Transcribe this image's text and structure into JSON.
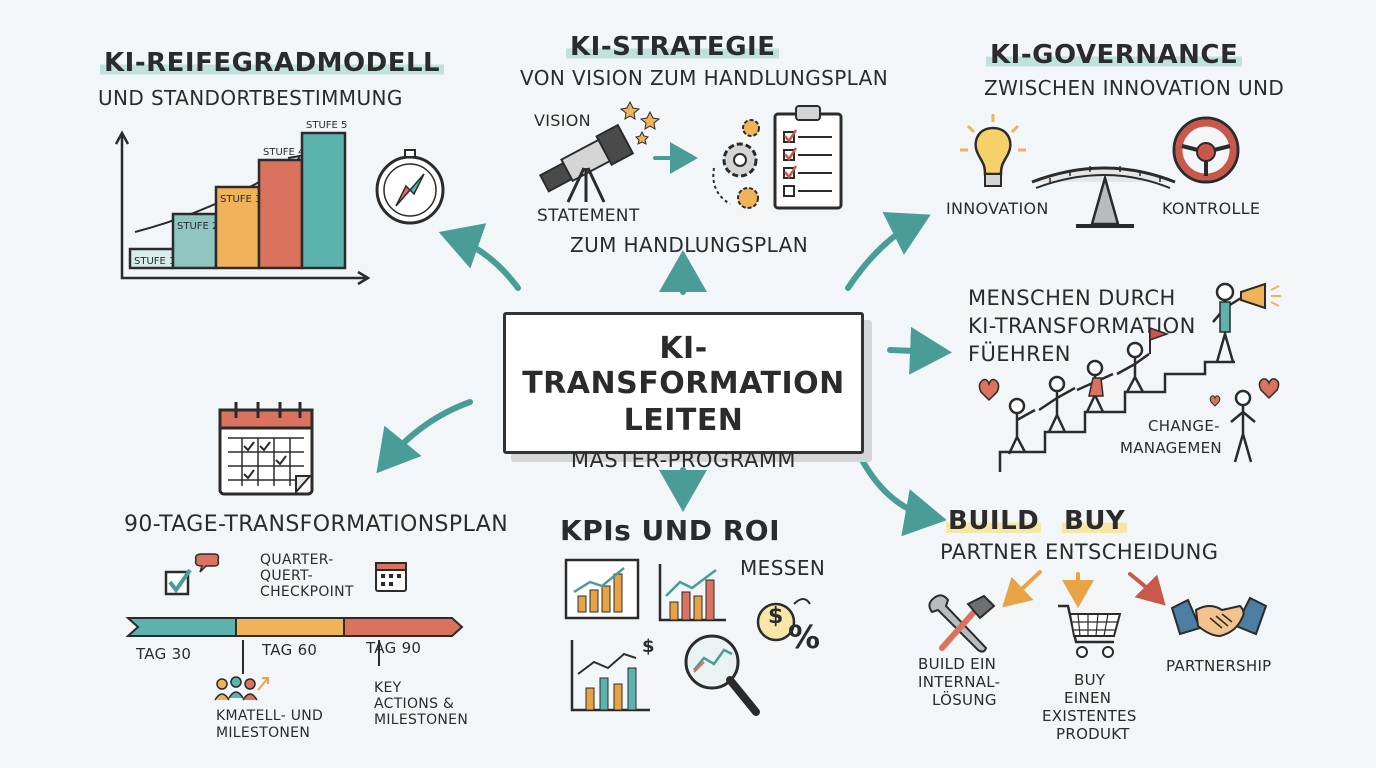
{
  "center": {
    "title_line1": "KI-TRANSFORMATION",
    "title_line2": "LEITEN",
    "subtitle": "MASTER-PROGRAMM"
  },
  "maturity": {
    "title": "KI-REIFEGRADMODELL",
    "subtitle": "UND STANDORTBESTIMMUNG",
    "stages": [
      "STUFE 1",
      "STUFE 2",
      "STUFE 3",
      "STUFE 4",
      "STUFE 5"
    ],
    "stage_levels": [
      1,
      2,
      3,
      4,
      5
    ],
    "stage_colors": [
      "#d8ecea",
      "#8fc6c2",
      "#f0b35a",
      "#d9735d",
      "#5cb3ad"
    ]
  },
  "strategy": {
    "title": "KI-STRATEGIE",
    "subtitle": "VON VISION ZUM HANDLUNGSPLAN",
    "vision_label": "VISION",
    "statement_label": "STATEMENT",
    "plan_label": "ZUM HANDLUNGSPLAN"
  },
  "governance": {
    "title": "KI-GOVERNANCE",
    "subtitle": "ZWISCHEN INNOVATION UND",
    "left_label": "INNOVATION",
    "right_label": "KONTROLLE"
  },
  "people": {
    "title_line1": "MENSCHEN DURCH",
    "title_line2": "KI-TRANSFORMATION",
    "title_line3": "FÜEHREN",
    "change_line1": "CHANGE-",
    "change_line2": "MANAGEMEN"
  },
  "plan90": {
    "title": "90-TAGE-TRANSFORMATIONSPLAN",
    "checkpoint_line1": "QUARTER-",
    "checkpoint_line2": "QUERT-",
    "checkpoint_line3": "CHECKPOINT",
    "day30": "TAG 30",
    "day60": "TAG 60",
    "day90": "TAG 90",
    "team_line1": "KMATELL- UND",
    "team_line2": "MILESTONEN",
    "key_line1": "KEY",
    "key_line2": "ACTIONS &",
    "key_line3": "MILESTONEN",
    "segment_colors": [
      "#5cb3ad",
      "#f0b35a",
      "#d9735d"
    ]
  },
  "kpi": {
    "title": "KPIs UND ROI",
    "subtitle": "MESSEN",
    "dollar": "$",
    "percent_symbol": "%"
  },
  "build": {
    "title_build": "BUILD",
    "title_buy": "BUY",
    "subtitle": "PARTNER ENTSCHEIDUNG",
    "build_line1": "BUILD EIN",
    "build_line2": "INTERNAL-",
    "build_line3": "LÖSUNG",
    "buy_line1": "BUY",
    "buy_line2": "EINEN",
    "buy_line3": "EXISTENTES",
    "buy_line4": "PRODUKT",
    "partner_label": "PARTNERSHIP"
  },
  "colors": {
    "teal": "#4a9d97",
    "orange": "#e9a347",
    "red": "#c9574a",
    "ink": "#2b2b2b"
  }
}
